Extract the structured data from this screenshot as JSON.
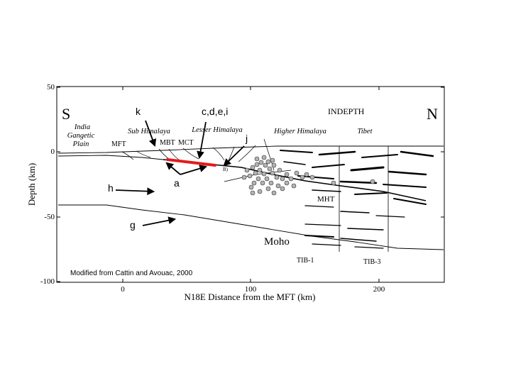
{
  "axes": {
    "y_title": "Depth (km)",
    "x_title": "N18E Distance from the MFT (km)",
    "y_ticks": [
      "50",
      "0",
      "-50",
      "-100"
    ],
    "x_ticks": [
      "0",
      "100",
      "200"
    ]
  },
  "compass": {
    "south": "S",
    "north": "N"
  },
  "project": "INDEPTH",
  "regions": {
    "india_line1": "India",
    "india_line2": "Gangetic",
    "india_line3": "Plain",
    "sub_himalaya": "Sub Himalaya",
    "lesser_himalaya": "Lesser Himalaya",
    "higher_himalaya": "Higher Himalaya",
    "tibet": "Tibet"
  },
  "faults": {
    "mft": "MFT",
    "mbt": "MBT",
    "mct": "MCT",
    "mht": "MHT",
    "b": "B)"
  },
  "labels": {
    "moho": "Moho",
    "tib1": "TIB-1",
    "tib3": "TIB-3"
  },
  "annotations": {
    "k": "k",
    "cdei": "c,d,e,i",
    "j": "j",
    "a": "a",
    "h": "h",
    "g": "g"
  },
  "credit": "Modified from Cattin and Avouac, 2000",
  "colors": {
    "highlight_fault": "#e41a1c",
    "quake_fill": "#b3b3b3",
    "frame": "#000000"
  }
}
